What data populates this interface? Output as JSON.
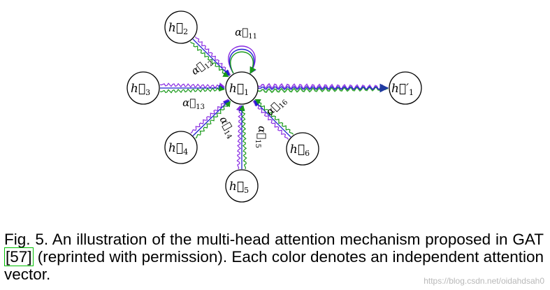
{
  "figure": {
    "nodes": [
      {
        "id": "h1",
        "base": "h",
        "sub": "1",
        "prime": ""
      },
      {
        "id": "h2",
        "base": "h",
        "sub": "2",
        "prime": ""
      },
      {
        "id": "h3",
        "base": "h",
        "sub": "3",
        "prime": ""
      },
      {
        "id": "h4",
        "base": "h",
        "sub": "4",
        "prime": ""
      },
      {
        "id": "h5",
        "base": "h",
        "sub": "5",
        "prime": ""
      },
      {
        "id": "h6",
        "base": "h",
        "sub": "6",
        "prime": ""
      },
      {
        "id": "h1p",
        "base": "h",
        "sub": "1",
        "prime": "′"
      }
    ],
    "edges": [
      {
        "from": "h2",
        "to": "h1",
        "alpha_sub": "12"
      },
      {
        "from": "h3",
        "to": "h1",
        "alpha_sub": "13"
      },
      {
        "from": "h4",
        "to": "h1",
        "alpha_sub": "14"
      },
      {
        "from": "h5",
        "to": "h1",
        "alpha_sub": "15"
      },
      {
        "from": "h6",
        "to": "h1",
        "alpha_sub": "16"
      },
      {
        "from": "h1",
        "to": "h1",
        "alpha_sub": "11"
      },
      {
        "from": "h1",
        "to": "h1p",
        "alpha_sub": ""
      }
    ],
    "alpha_symbol": "α",
    "vector_arrow": "⃗",
    "head_colors": [
      "#8a2be2",
      "#1f1fd0",
      "#1a9a1a"
    ]
  },
  "caption": {
    "prefix": "Fig. 5. An illustration of the multi-head attention mechanism proposed in GAT ",
    "cite": "[57]",
    "suffix": " (reprinted with permission). Each color denotes an independent attention vector."
  },
  "watermark": "https://blog.csdn.net/oidahdsah0"
}
